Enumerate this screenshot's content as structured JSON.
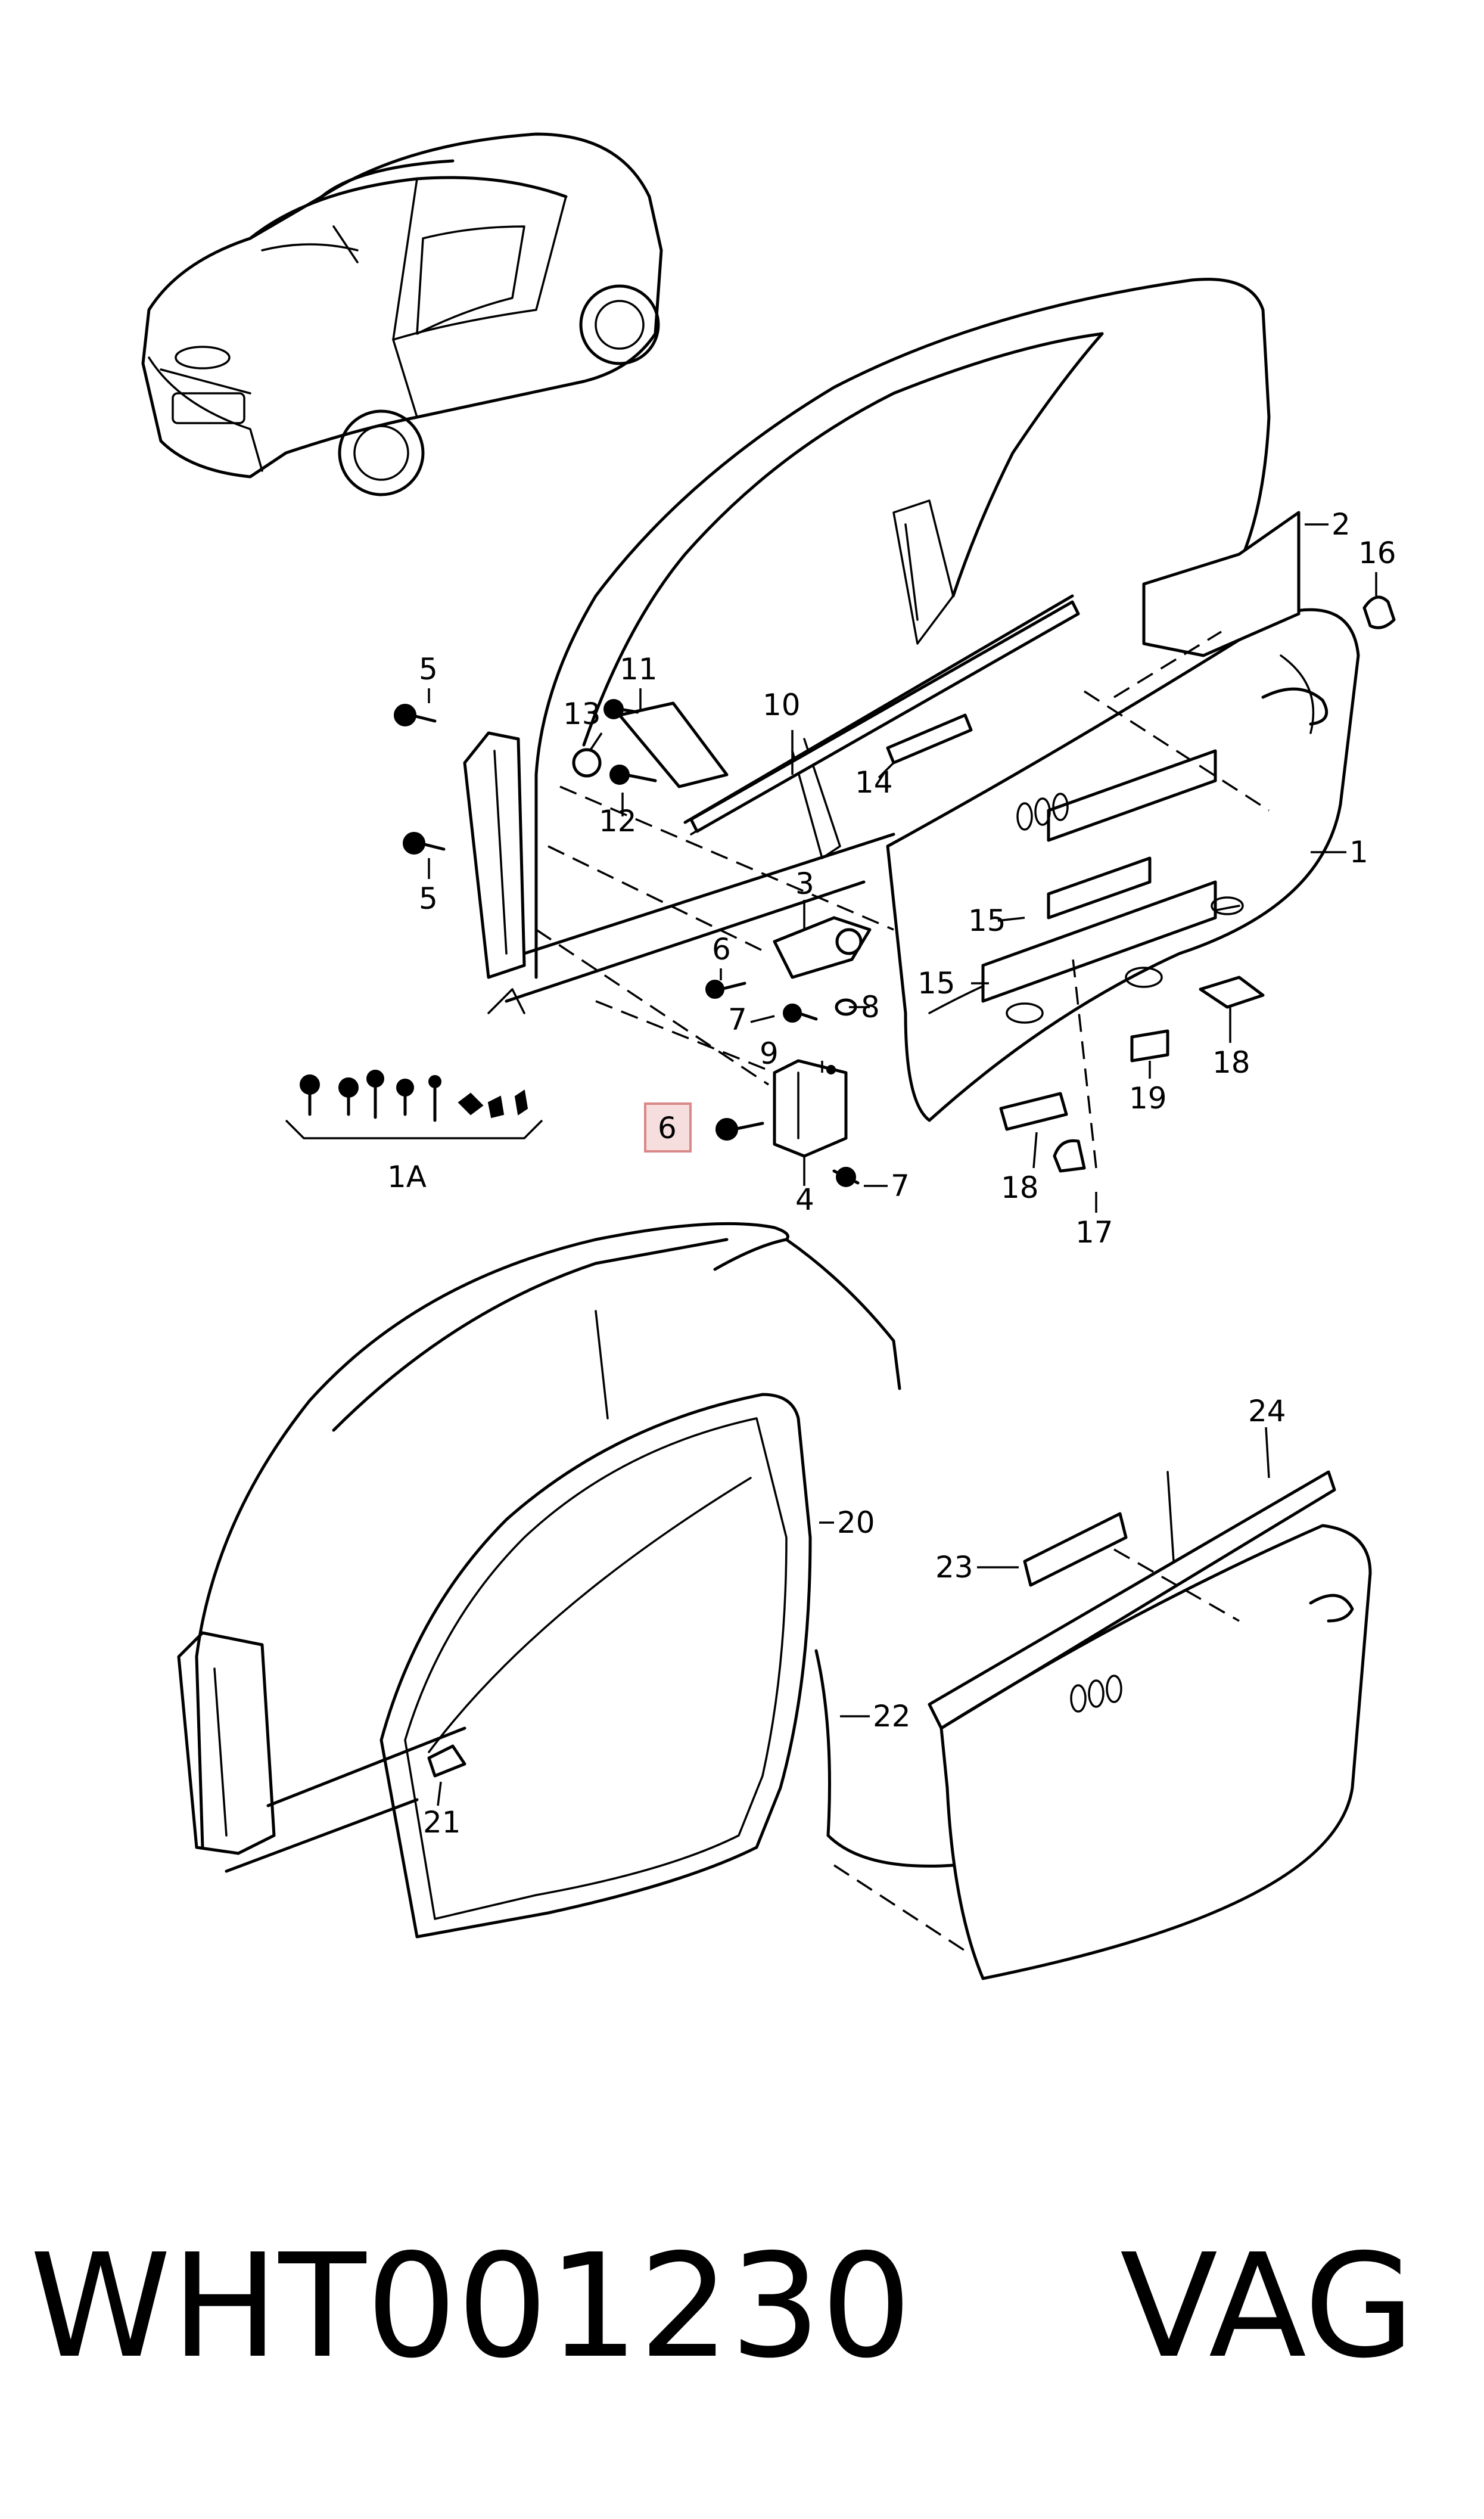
{
  "callouts": {
    "c1": "1",
    "c1A": "1A",
    "c2": "2",
    "c3": "3",
    "c4": "4",
    "c5a": "5",
    "c5b": "5",
    "c6a": "6",
    "c6b": "6",
    "c7a": "7",
    "c7b": "7",
    "c8": "8",
    "c9": "9",
    "c10": "10",
    "c11": "11",
    "c12": "12",
    "c13": "13",
    "c14": "14",
    "c15a": "15",
    "c15b": "15",
    "c16": "16",
    "c17": "17",
    "c18a": "18",
    "c18b": "18",
    "c19": "19",
    "c20": "20",
    "c21": "21",
    "c22": "22",
    "c23": "23",
    "c24": "24"
  },
  "highlighted_callout": "6",
  "footer": {
    "part_number": "WHT001230",
    "brand": "VAG"
  }
}
